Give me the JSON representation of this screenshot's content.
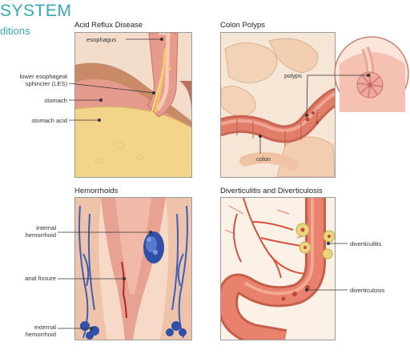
{
  "header": {
    "title": "SYSTEM",
    "subtitle": "ditions"
  },
  "panels": {
    "acid_reflux": {
      "title": "Acid Reflux Disease",
      "labels": {
        "esophagus": "esophagus",
        "les_line1": "lower esophageal",
        "les_line2": "sphincter (LES)",
        "stomach": "stomach",
        "stomach_acid": "stomach acid"
      }
    },
    "colon_polyps": {
      "title": "Colon Polyps",
      "labels": {
        "polyps": "polyps",
        "colon": "colon"
      }
    },
    "hemorrhoids": {
      "title": "Hemorrhoids",
      "labels": {
        "internal_line1": "internal",
        "internal_line2": "hemorrhoid",
        "anal_fissure": "anal fissure",
        "external_line1": "external",
        "external_line2": "hemorrhoid"
      }
    },
    "diverticulitis": {
      "title": "Diverticulitis and Diverticulosis",
      "labels": {
        "diverticulitis": "diverticulitis",
        "diverticulosis": "diverticulosis"
      }
    }
  },
  "colors": {
    "header_teal": "#35a7b6",
    "tissue_pink": "#e8a08e",
    "colon_red": "#d9705f",
    "acid_yellow": "#f3d58a",
    "vein_blue": "#3c5fb8",
    "panel_border": "#9a9a9a",
    "leader_line": "#333333"
  }
}
